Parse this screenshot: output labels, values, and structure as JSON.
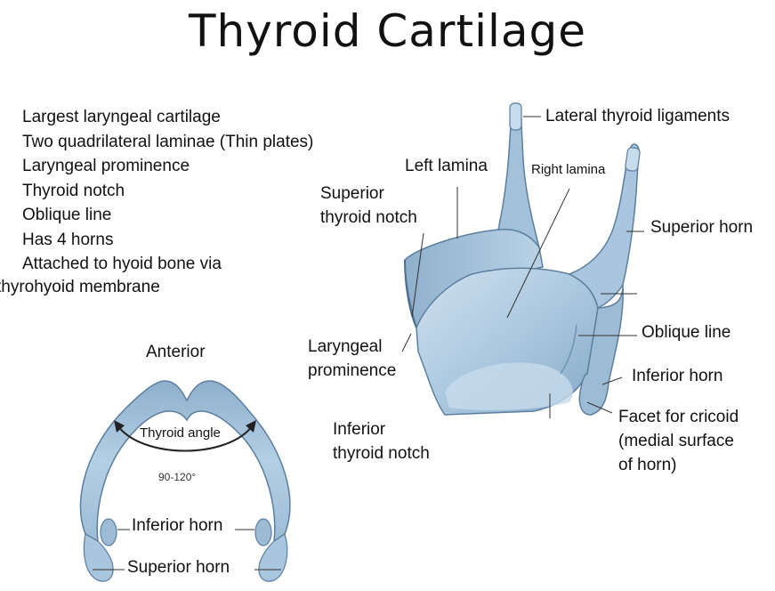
{
  "title": "Thyroid Cartilage",
  "bullets": [
    "Largest laryngeal cartilage",
    "Two quadrilateral laminae (Thin plates)",
    "Laryngeal prominence",
    "Thyroid notch",
    "Oblique line",
    "Has 4 horns",
    "Attached to hyoid bone via"
  ],
  "bullet_continuation": "thyrohyoid membrane",
  "lateral_view": {
    "lateral_thyroid_ligaments": "Lateral thyroid ligaments",
    "left_lamina": "Left lamina",
    "right_lamina": "Right lamina",
    "superior_thyroid_notch_line1": "Superior",
    "superior_thyroid_notch_line2": "thyroid notch",
    "superior_horn": "Superior horn",
    "laryngeal_prominence_line1": "Laryngeal",
    "laryngeal_prominence_line2": "prominence",
    "oblique_line": "Oblique line",
    "inferior_horn": "Inferior horn",
    "inferior_thyroid_notch_line1": "Inferior",
    "inferior_thyroid_notch_line2": "thyroid notch",
    "facet_line1": "Facet for cricoid",
    "facet_line2": "(medial surface",
    "facet_line3": "of horn)"
  },
  "superior_view": {
    "anterior": "Anterior",
    "thyroid_angle": "Thyroid angle",
    "angle_range": "90-120°",
    "inferior_horn": "Inferior horn",
    "superior_horn": "Superior horn"
  },
  "colors": {
    "cartilage_fill": "#a9c6de",
    "cartilage_light": "#d3e4f1",
    "cartilage_dark": "#6f93b3",
    "cartilage_outline": "#5c7f9f",
    "leader_line": "#333333"
  }
}
